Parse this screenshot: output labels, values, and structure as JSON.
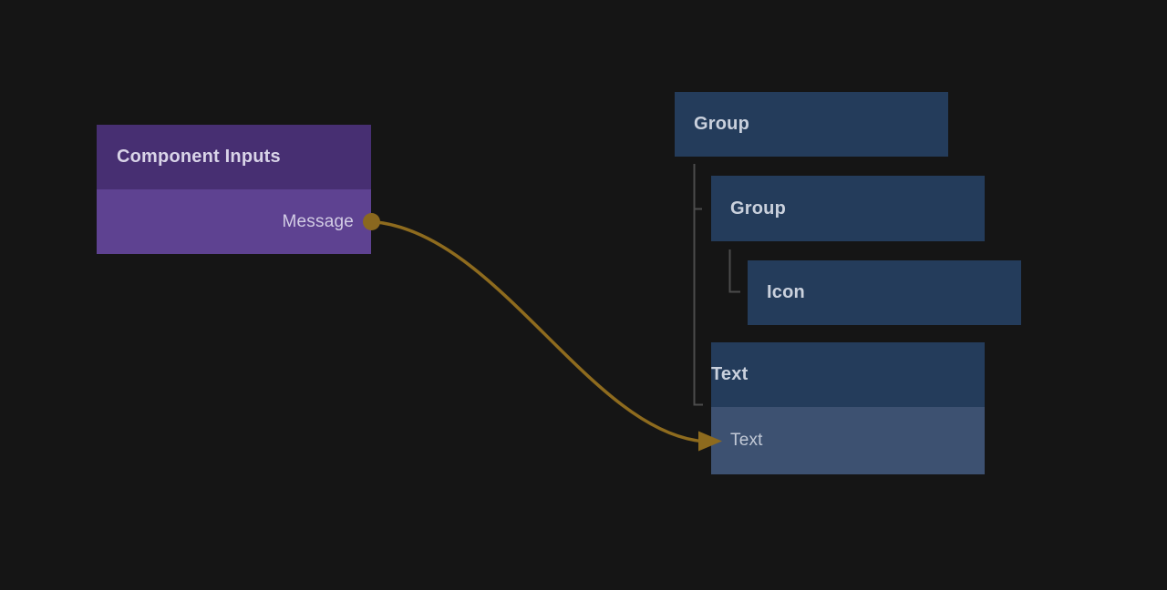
{
  "canvas": {
    "background_color": "#151515"
  },
  "component_inputs_node": {
    "title": "Component Inputs",
    "header_color": "#472f72",
    "body_color": "#5e4291",
    "output_rows": [
      {
        "label": "Message",
        "port_color": "#8a681f",
        "connected": true
      }
    ]
  },
  "layer_tree": {
    "node_color": "#243c5b",
    "highlighted_row_color": "#3d5171",
    "connector_color": "#4c4c4c",
    "nodes": [
      {
        "label": "Group",
        "depth": 0
      },
      {
        "label": "Group",
        "depth": 1
      },
      {
        "label": "Icon",
        "depth": 2
      },
      {
        "label": "Text",
        "depth": 1
      }
    ],
    "text_node_input_row": {
      "label": "Text",
      "highlighted": true
    }
  },
  "connection": {
    "from_label": "Message",
    "to_label": "Text",
    "color": "#8e6b1e"
  }
}
